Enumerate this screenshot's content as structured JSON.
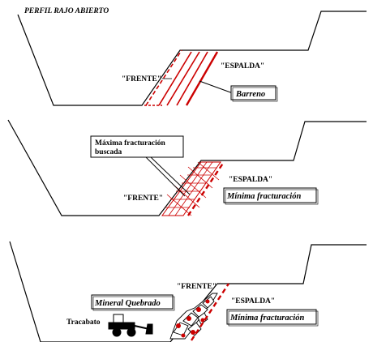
{
  "title": "PERFIL RAJO ABIERTO",
  "panel1": {
    "frente": "\"FRENTE\"",
    "espalda": "\"ESPALDA\"",
    "barreno": "Barreno"
  },
  "panel2": {
    "maxima_line1": "Máxima fracturación",
    "maxima_line2": "buscada",
    "frente": "\"FRENTE\"",
    "espalda": "\"ESPALDA\"",
    "minima": "Mínima fracturación"
  },
  "panel3": {
    "mineral": "Mineral Quebrado",
    "frente": "\"FRENTE\"",
    "espalda": "\"ESPALDA\"",
    "minima": "Mínima fracturación",
    "tracabato": "Tracabato"
  },
  "colors": {
    "line": "#000000",
    "red": "#cc0000",
    "rock_fill": "#ffffff"
  }
}
